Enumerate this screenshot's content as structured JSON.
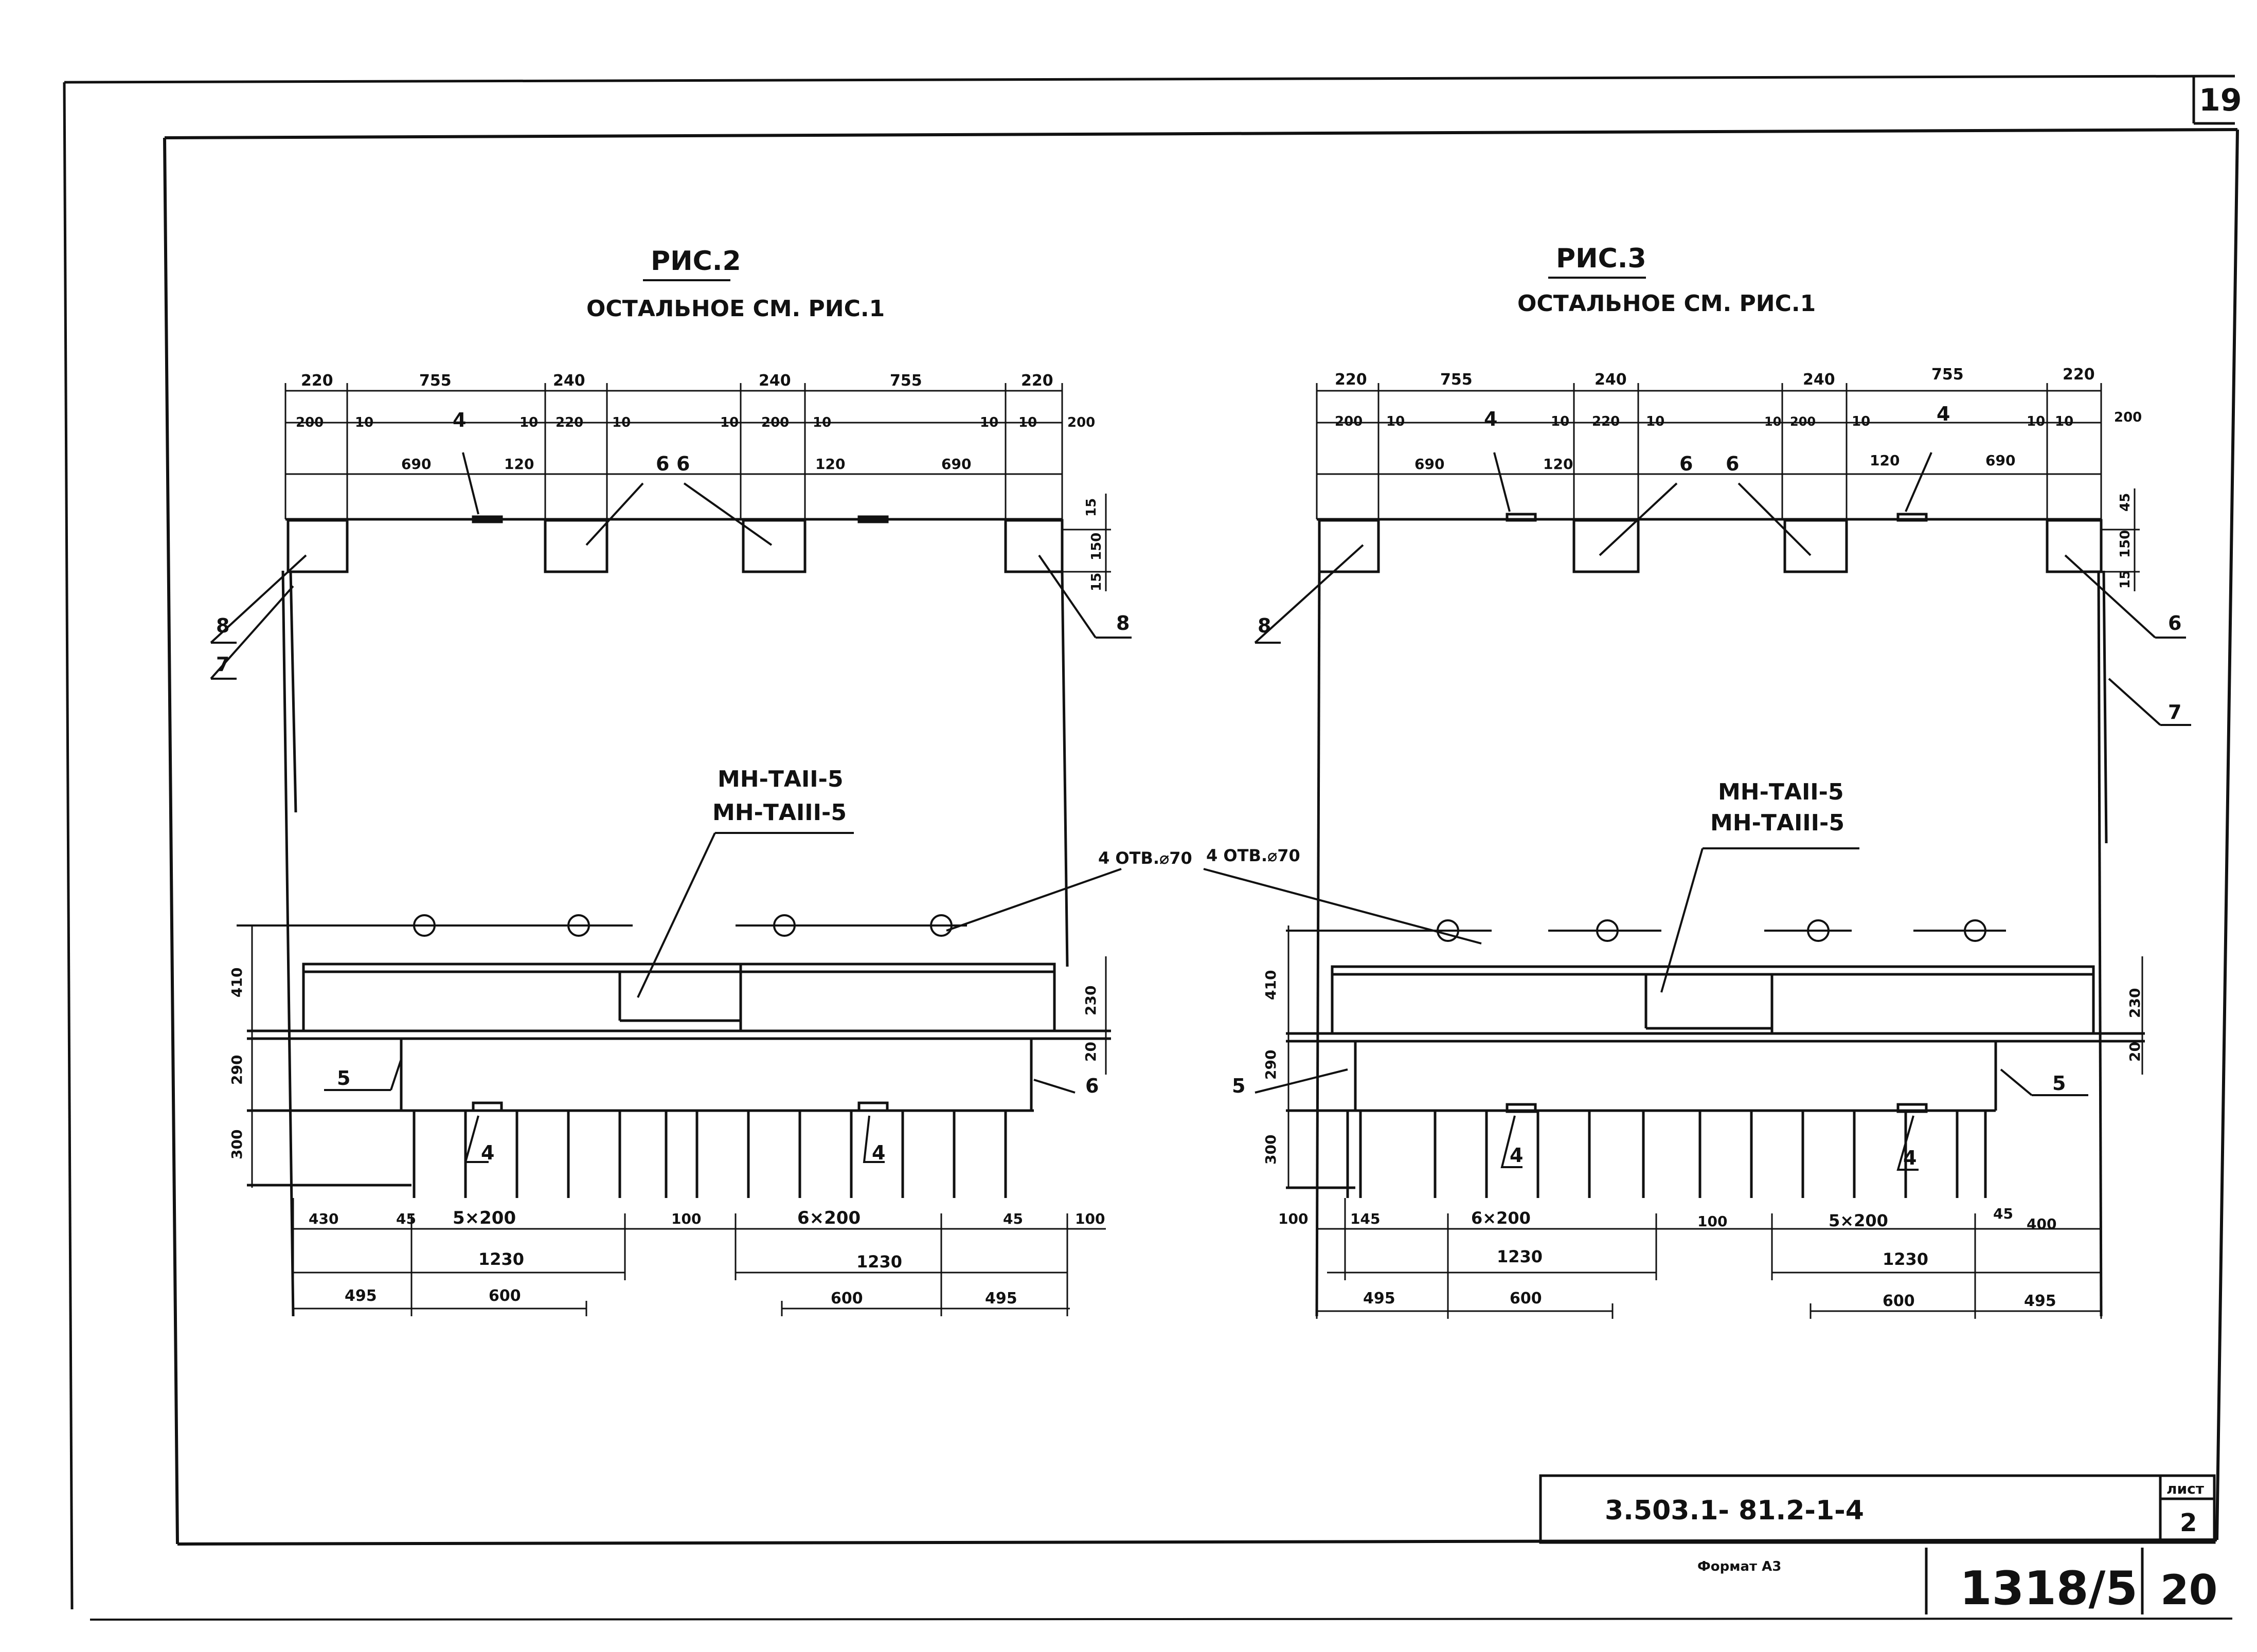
{
  "sheet": {
    "corner_number": "19",
    "doc_code": "3.503.1- 81.2-1-4",
    "sheet_label": "лист",
    "sheet_number": "2",
    "format_label": "Формат А3",
    "archive_number": "1318/5",
    "archive_sheet": "20"
  },
  "fig2": {
    "title": "РИС.2",
    "subtitle": "ОСТАЛЬНОЕ СМ. РИС.1",
    "mark_line1": "МН-ТАII-5",
    "mark_line2": "МН-ТАIII-5",
    "holes_label": "4 ОТВ.⌀70",
    "top_dims": [
      "220",
      "755",
      "240",
      "240",
      "755",
      "220"
    ],
    "mid_dims": [
      "200",
      "10",
      "10",
      "220",
      "10",
      "10",
      "200",
      "10",
      "10",
      "10",
      "200"
    ],
    "dim_690_left": "690",
    "dim_120_left": "120",
    "dim_120_right": "120",
    "dim_690_right": "690",
    "right_dims": [
      "15",
      "150",
      "15"
    ],
    "left_vert": [
      "410",
      "290",
      "300"
    ],
    "right_vert": [
      "230",
      "20"
    ],
    "bottom_row1": [
      "430",
      "45",
      "5×200",
      "100",
      "6×200",
      "45",
      "100"
    ],
    "bottom_row2": [
      "1230",
      "1230"
    ],
    "bottom_row3": [
      "495",
      "600",
      "600",
      "495"
    ],
    "callouts": [
      "8",
      "7",
      "4",
      "6",
      "6",
      "8",
      "5",
      "6",
      "4",
      "4"
    ]
  },
  "fig3": {
    "title": "РИС.3",
    "subtitle": "ОСТАЛЬНОЕ СМ. РИС.1",
    "mark_line1": "МН-ТАII-5",
    "mark_line2": "МН-ТАIII-5",
    "holes_label": "4 ОТВ.⌀70",
    "top_dims": [
      "220",
      "755",
      "240",
      "240",
      "755",
      "220"
    ],
    "mid_dims": [
      "200",
      "10",
      "10",
      "220",
      "10",
      "10",
      "200",
      "10",
      "10",
      "10",
      "200"
    ],
    "dim_690_left": "690",
    "dim_120_left": "120",
    "dim_120_right": "120",
    "dim_690_right": "690",
    "right_dims": [
      "45",
      "150",
      "15"
    ],
    "left_vert": [
      "410",
      "290",
      "300"
    ],
    "right_vert": [
      "230",
      "20"
    ],
    "bottom_row1": [
      "100",
      "145",
      "6×200",
      "100",
      "5×200",
      "45",
      "400"
    ],
    "bottom_row2": [
      "1230",
      "1230"
    ],
    "bottom_row3": [
      "495",
      "600",
      "600",
      "495"
    ],
    "callouts": [
      "8",
      "4",
      "6",
      "6",
      "4",
      "6",
      "7",
      "5",
      "5",
      "4",
      "4"
    ]
  }
}
